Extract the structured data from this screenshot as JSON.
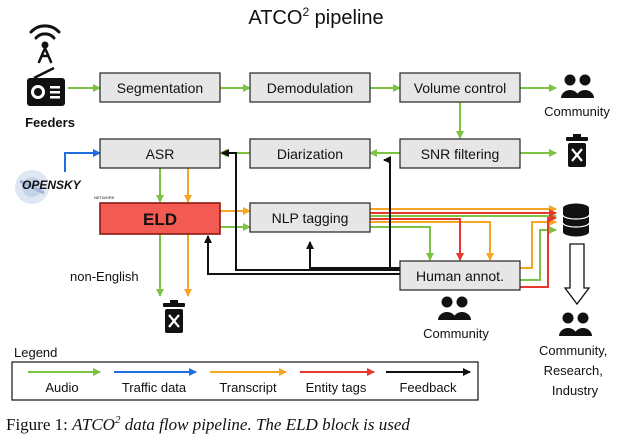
{
  "title": {
    "main": "ATCO",
    "sup": "2",
    "rest": " pipeline"
  },
  "feeders_label": "Feeders",
  "opensky": {
    "big": "OPENSKY",
    "small": "NETWORK"
  },
  "boxes": {
    "segmentation": "Segmentation",
    "demodulation": "Demodulation",
    "volume_control": "Volume control",
    "asr": "ASR",
    "diarization": "Diarization",
    "snr_filtering": "SNR filtering",
    "eld": "ELD",
    "nlp_tagging": "NLP tagging",
    "human_annot": "Human annot."
  },
  "community_top": "Community",
  "community_mid": "Community",
  "non_english": "non-English",
  "outputs": [
    "Community,",
    "Research,",
    "Industry"
  ],
  "legend": {
    "title": "Legend",
    "items": [
      {
        "label": "Audio",
        "color": "#7cc243"
      },
      {
        "label": "Traffic data",
        "color": "#1f6fe0"
      },
      {
        "label": "Transcript",
        "color": "#f5a623"
      },
      {
        "label": "Entity tags",
        "color": "#e8372c"
      },
      {
        "label": "Feedback",
        "color": "#111111"
      }
    ]
  },
  "colors": {
    "audio": "#7cc243",
    "traffic": "#1f6fe0",
    "transcript": "#f5a623",
    "entity": "#e8372c",
    "feedback": "#111111",
    "eld_fill": "#f25a52",
    "box_fill": "#e6e6e6"
  },
  "caption": {
    "prefix": "Figure 1: ",
    "italic": "ATCO",
    "sup": "2",
    "rest": " data flow pipeline. The ELD block is used"
  }
}
